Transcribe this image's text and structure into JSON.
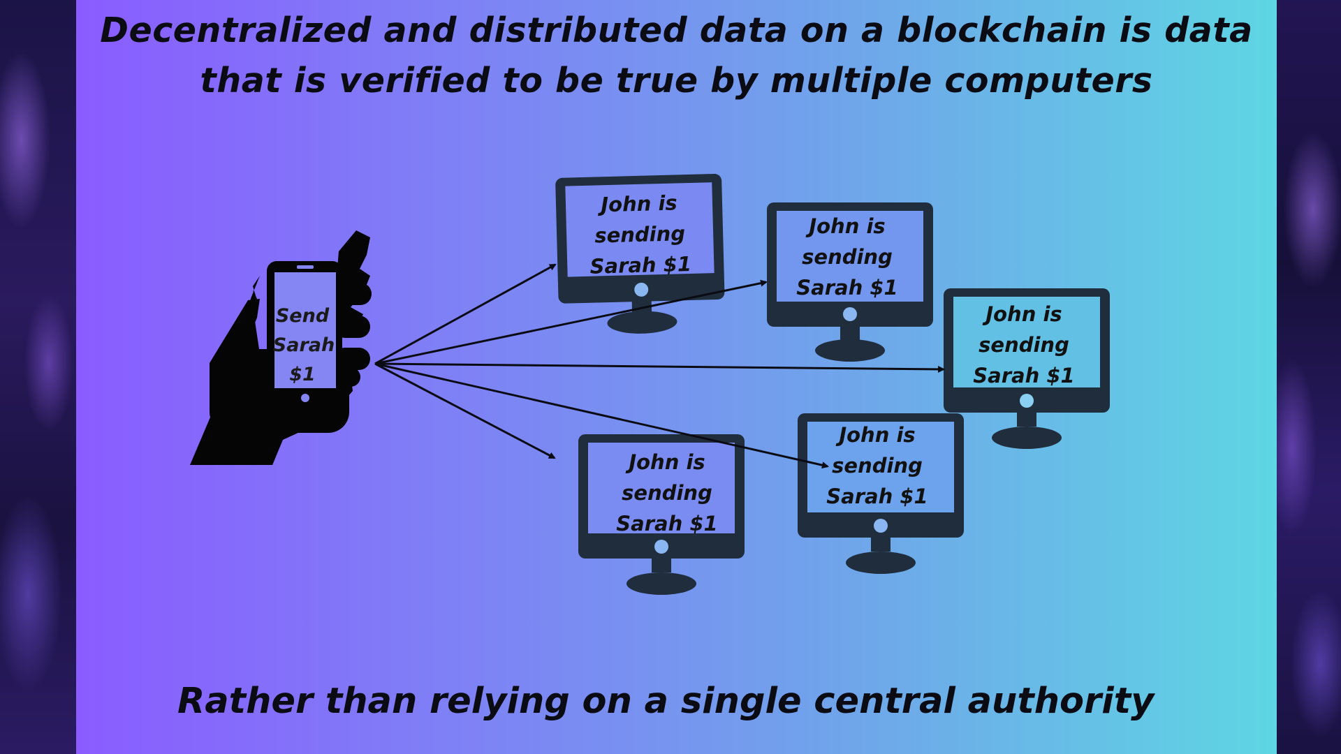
{
  "title": {
    "line1": "Decentralized and distributed data on a blockchain is data",
    "line2": "that is verified to be true by multiple computers"
  },
  "phone": {
    "message_lines": [
      "Send",
      "Sarah",
      "$1"
    ],
    "icon": "hand-holding-phone-icon"
  },
  "computers": [
    {
      "id": "computer-1",
      "lines": [
        "John is",
        "sending",
        "Sarah $1"
      ],
      "icon": "desktop-monitor-icon"
    },
    {
      "id": "computer-2",
      "lines": [
        "John is",
        "sending",
        "Sarah $1"
      ],
      "icon": "desktop-monitor-icon"
    },
    {
      "id": "computer-3",
      "lines": [
        "John is",
        "sending",
        "Sarah $1"
      ],
      "icon": "desktop-monitor-icon"
    },
    {
      "id": "computer-4",
      "lines": [
        "John is",
        "sending",
        "Sarah $1"
      ],
      "icon": "desktop-monitor-icon"
    },
    {
      "id": "computer-5",
      "lines": [
        "John is",
        "sending",
        "Sarah $1"
      ],
      "icon": "desktop-monitor-icon"
    }
  ],
  "footer": "Rather than relying on a single central authority",
  "colors": {
    "gradient_start": "#8a5cff",
    "gradient_end": "#5ed6e3",
    "monitor": "#1f2d3d",
    "screen_dot": "#6fb0f0",
    "text": "#0b0b14"
  }
}
